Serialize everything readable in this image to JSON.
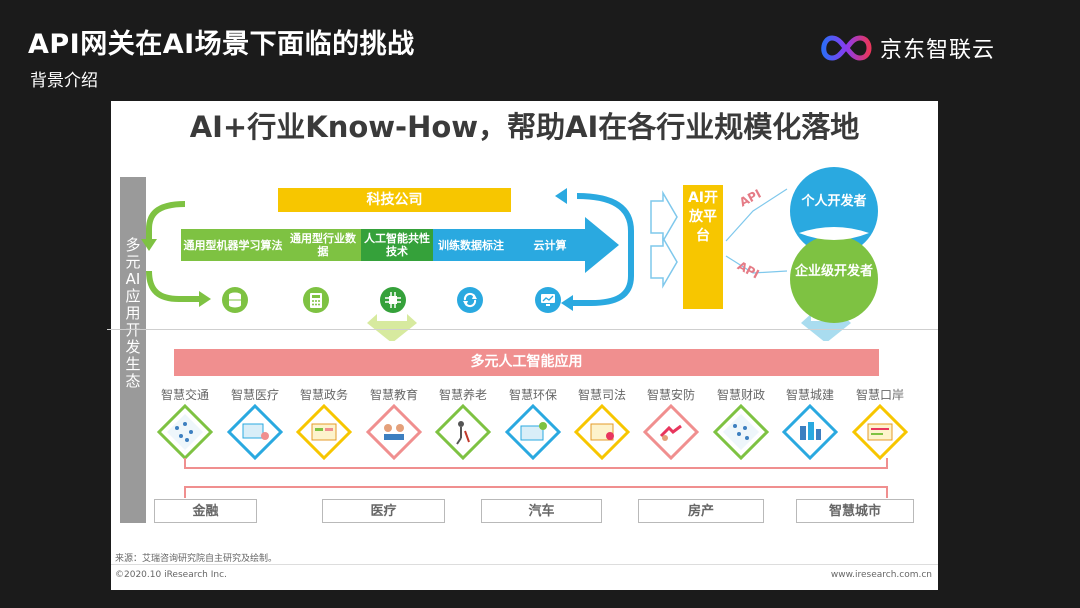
{
  "slide": {
    "title": "API网关在AI场景下面临的挑战",
    "subtitle": "背景介绍"
  },
  "logo": {
    "text": "京东智联云",
    "icon": "jd-cloud-infinity-logo-icon"
  },
  "figure": {
    "title": "AI+行业Know-How，帮助AI在各行业规模化落地",
    "ecosystem_label": "多元AI应用开发生态",
    "company_label": "科技公司",
    "tech_stages": [
      {
        "label": "通用型机器学习算法",
        "color": "#7ec242",
        "icon": "database-icon"
      },
      {
        "label": "通用型行业数据",
        "color": "#7ec242",
        "icon": "calculator-icon"
      },
      {
        "label": "人工智能共性技术",
        "color": "#35a13a",
        "icon": "ai-chip-icon"
      },
      {
        "label": "训练数据标注",
        "color": "#2aa9e0",
        "icon": "data-sync-icon"
      },
      {
        "label": "云计算",
        "color": "#2aa9e0",
        "icon": "cloud-screen-icon"
      }
    ],
    "platform_label": "AI开放平台",
    "api_labels": [
      "API",
      "API"
    ],
    "developers": [
      "个人开发者",
      "企业级开发者"
    ],
    "apps_label": "多元人工智能应用",
    "applications": [
      {
        "label": "智慧交通",
        "color": "#7ec242",
        "icon": "traffic-icon"
      },
      {
        "label": "智慧医疗",
        "color": "#2aa9e0",
        "icon": "medical-icon"
      },
      {
        "label": "智慧政务",
        "color": "#f7c600",
        "icon": "government-icon"
      },
      {
        "label": "智慧教育",
        "color": "#f08f8f",
        "icon": "education-icon"
      },
      {
        "label": "智慧养老",
        "color": "#7ec242",
        "icon": "elderly-care-icon"
      },
      {
        "label": "智慧环保",
        "color": "#2aa9e0",
        "icon": "environment-icon"
      },
      {
        "label": "智慧司法",
        "color": "#f7c600",
        "icon": "justice-icon"
      },
      {
        "label": "智慧安防",
        "color": "#f08f8f",
        "icon": "security-icon"
      },
      {
        "label": "智慧财政",
        "color": "#7ec242",
        "icon": "finance-icon"
      },
      {
        "label": "智慧城建",
        "color": "#2aa9e0",
        "icon": "city-building-icon"
      },
      {
        "label": "智慧口岸",
        "color": "#f7c600",
        "icon": "port-icon"
      }
    ],
    "industries": [
      "金融",
      "医疗",
      "汽车",
      "房产",
      "智慧城市"
    ],
    "source_note": "来源：艾瑞咨询研究院自主研究及绘制。",
    "copyright": "©2020.10 iResearch Inc.",
    "website": "www.iresearch.com.cn"
  }
}
